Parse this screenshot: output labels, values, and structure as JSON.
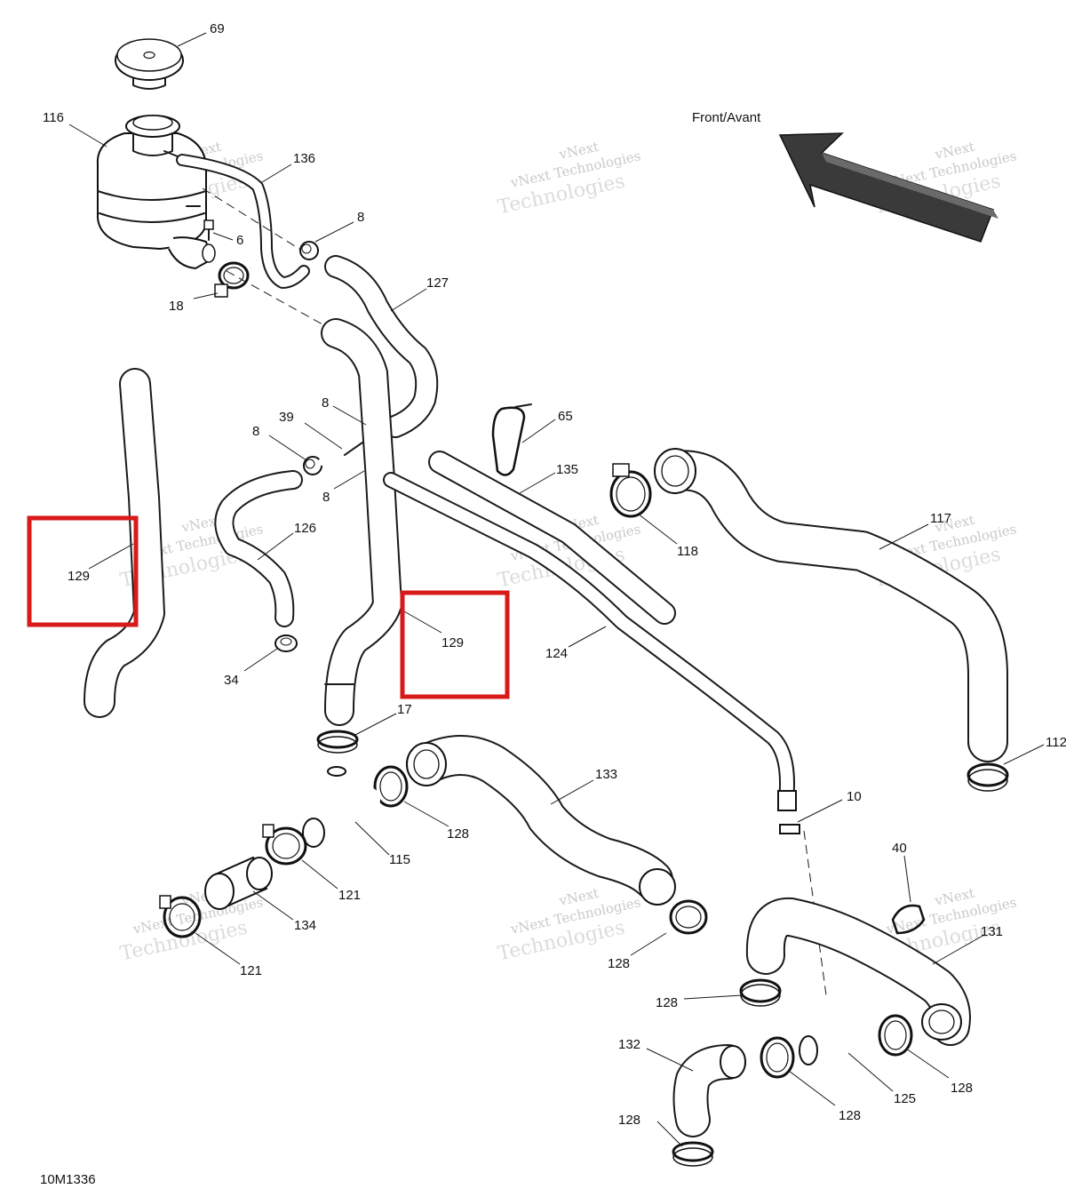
{
  "diagram_id": "10M1336",
  "direction_label": "Front/Avant",
  "watermark": {
    "line1": "vNext",
    "line2": "vNext Technologies",
    "line3": "Technologies"
  },
  "callouts": [
    {
      "id": "c69",
      "text": "69"
    },
    {
      "id": "c116",
      "text": "116"
    },
    {
      "id": "c136",
      "text": "136"
    },
    {
      "id": "c8a",
      "text": "8"
    },
    {
      "id": "c6",
      "text": "6"
    },
    {
      "id": "c18",
      "text": "18"
    },
    {
      "id": "c127",
      "text": "127"
    },
    {
      "id": "c8b",
      "text": "8"
    },
    {
      "id": "c39",
      "text": "39"
    },
    {
      "id": "c8c",
      "text": "8"
    },
    {
      "id": "c8d",
      "text": "8"
    },
    {
      "id": "c65",
      "text": "65"
    },
    {
      "id": "c135",
      "text": "135"
    },
    {
      "id": "c118",
      "text": "118"
    },
    {
      "id": "c117",
      "text": "117"
    },
    {
      "id": "c126",
      "text": "126"
    },
    {
      "id": "c129a",
      "text": "129"
    },
    {
      "id": "c129b",
      "text": "129"
    },
    {
      "id": "c34",
      "text": "34"
    },
    {
      "id": "c124",
      "text": "124"
    },
    {
      "id": "c17",
      "text": "17"
    },
    {
      "id": "c133",
      "text": "133"
    },
    {
      "id": "c112",
      "text": "112"
    },
    {
      "id": "c10",
      "text": "10"
    },
    {
      "id": "c128a",
      "text": "128"
    },
    {
      "id": "c115",
      "text": "115"
    },
    {
      "id": "c121a",
      "text": "121"
    },
    {
      "id": "c134",
      "text": "134"
    },
    {
      "id": "c121b",
      "text": "121"
    },
    {
      "id": "c128b",
      "text": "128"
    },
    {
      "id": "c40",
      "text": "40"
    },
    {
      "id": "c131",
      "text": "131"
    },
    {
      "id": "c128c",
      "text": "128"
    },
    {
      "id": "c132",
      "text": "132"
    },
    {
      "id": "c128d",
      "text": "128"
    },
    {
      "id": "c125",
      "text": "125"
    },
    {
      "id": "c128e",
      "text": "128"
    },
    {
      "id": "c128f",
      "text": "128"
    }
  ],
  "highlighted_callouts": [
    "129",
    "129"
  ]
}
